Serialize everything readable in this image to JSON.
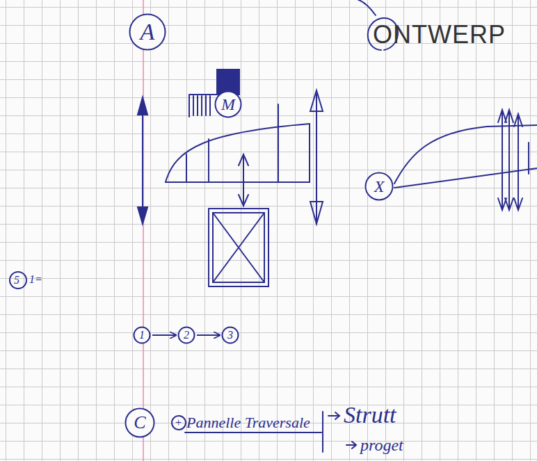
{
  "diagram": {
    "title": "ONTWERP",
    "nodes": [
      {
        "text": [
          "A"
        ]
      },
      {
        "text": [
          "M"
        ]
      },
      {
        "text": [
          "X"
        ]
      },
      {
        "text": [
          "1"
        ]
      },
      {
        "text": [
          "2"
        ]
      },
      {
        "text": [
          "3"
        ]
      },
      {
        "text": [
          "C"
        ]
      }
    ],
    "edges": [
      {
        "from": 3,
        "to": 4,
        "arrow": "to"
      },
      {
        "from": 4,
        "to": 5,
        "arrow": "to"
      }
    ],
    "labels": [
      "5",
      "1=",
      "+",
      "Pannelle Traversale",
      "Strutt",
      "proget"
    ]
  }
}
